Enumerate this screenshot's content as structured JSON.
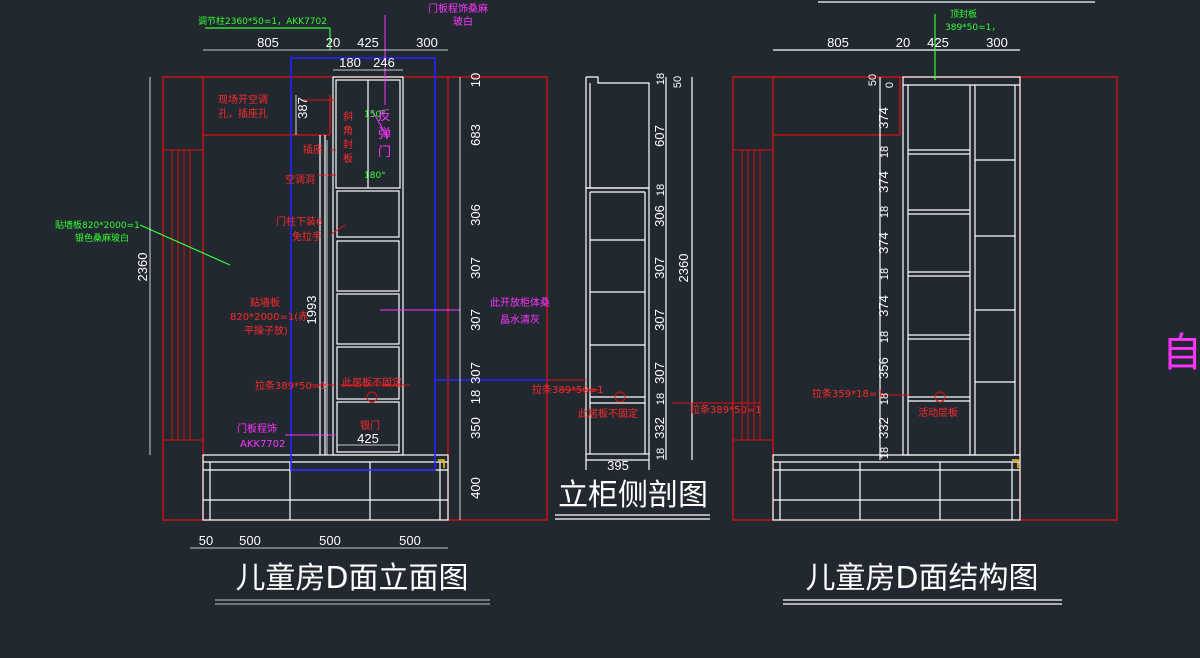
{
  "titles": {
    "elevation": "儿童房D面立面图",
    "section": "立柜侧剖图",
    "structure": "儿童房D面结构图",
    "edge_char": "自"
  },
  "elevation": {
    "top_dims": [
      "805",
      "20",
      "425",
      "300"
    ],
    "sub_dims": [
      "180",
      "246"
    ],
    "height_total": "2360",
    "height_inner": "1993",
    "height_upper": "387",
    "bottom_dims": [
      "50",
      "500",
      "500",
      "500"
    ],
    "door_width": "425",
    "right_dims": [
      "10",
      "683",
      "306",
      "307",
      "307",
      "307",
      "18",
      "350",
      "400"
    ],
    "notes_red": {
      "ac_hole": "现场开空调",
      "ac_hole2": "孔，插座孔",
      "socket": "插座",
      "ac_unit": "空调洞",
      "hinge1": "斜",
      "hinge2": "角",
      "hinge3": "封",
      "hinge4": "板",
      "door_pull": "门柱下装6",
      "door_pull2": "免拉手",
      "panel1": "贴墙板",
      "panel2": "820*2000=1(赤",
      "panel3": "平操子放)",
      "shelf_fixed": "此居板不固定",
      "bar": "拉条389*50=1",
      "door_label": "银门"
    },
    "notes_magenta": {
      "door_material": "门板程饰桑麻",
      "door_material2": "玻白",
      "flip_door": "反",
      "flip_door2": "弹",
      "flip_door3": "门",
      "open_cab": "此开放柜体桑",
      "open_cab2": "晶水清灰",
      "door_frame": "门板程饰",
      "door_frame2": "AKK7702"
    },
    "notes_green": {
      "top_panel": "调节柱2360*50=1，AKK7702",
      "wall_panel": "贴墙板820*2000=1",
      "wall_panel2": "银色桑麻玻白",
      "angle1": "150°",
      "angle2": "180°"
    }
  },
  "section": {
    "width": "395",
    "height_total": "2360",
    "right_dims": [
      "18",
      "50",
      "607",
      "18",
      "306",
      "307",
      "307",
      "307",
      "18",
      "332",
      "18"
    ],
    "bar_note": "拉条389*50=1",
    "shelf_note": "此居板不固定",
    "bar_note2": "拉条389*50=1"
  },
  "structure": {
    "top_dims": [
      "805",
      "20",
      "425",
      "300"
    ],
    "top_note": "顶封板",
    "top_note2": "389*50=1，",
    "left_dims": [
      "50",
      "0",
      "374",
      "18",
      "374",
      "18",
      "374",
      "18",
      "374",
      "18",
      "356",
      "18",
      "332",
      "18"
    ],
    "bar_note": "拉条359*18=1",
    "shelf_note": "活动层板"
  },
  "colors": {
    "background": "#212830",
    "wall_red": "#e01010",
    "frame_white": "#ffffff",
    "blue": "#2222ff",
    "magenta": "#ff33ff",
    "green": "#33ff33",
    "yellow": "#ffcc00"
  }
}
